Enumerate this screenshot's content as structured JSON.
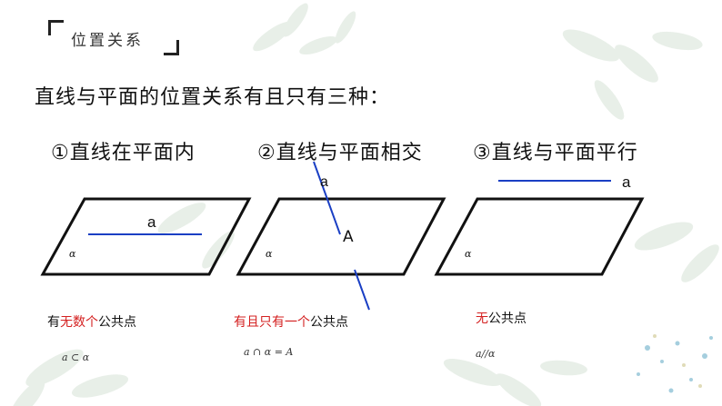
{
  "section_title": "位置关系",
  "intro": "直线与平面的位置关系有且只有三种：",
  "cases": [
    {
      "title": "①直线在平面内",
      "line_label": "a",
      "plane_label": "α",
      "desc_pre": "有",
      "desc_red": "无数个",
      "desc_post": "公共点",
      "formula": "a ⊂ α"
    },
    {
      "title": "②直线与平面相交",
      "line_label": "a",
      "point_label": "A",
      "plane_label": "α",
      "desc_pre": "",
      "desc_red": "有且只有一个",
      "desc_post": "公共点",
      "formula": "a ∩ α = A"
    },
    {
      "title": "③直线与平面平行",
      "line_label": "a",
      "plane_label": "α",
      "desc_pre": "",
      "desc_red": "无",
      "desc_post": "公共点",
      "formula": "a//α"
    }
  ],
  "colors": {
    "line": "#1a3fc4",
    "highlight": "#d42020",
    "plane": "#111111",
    "leaf": "#cfdccf"
  }
}
